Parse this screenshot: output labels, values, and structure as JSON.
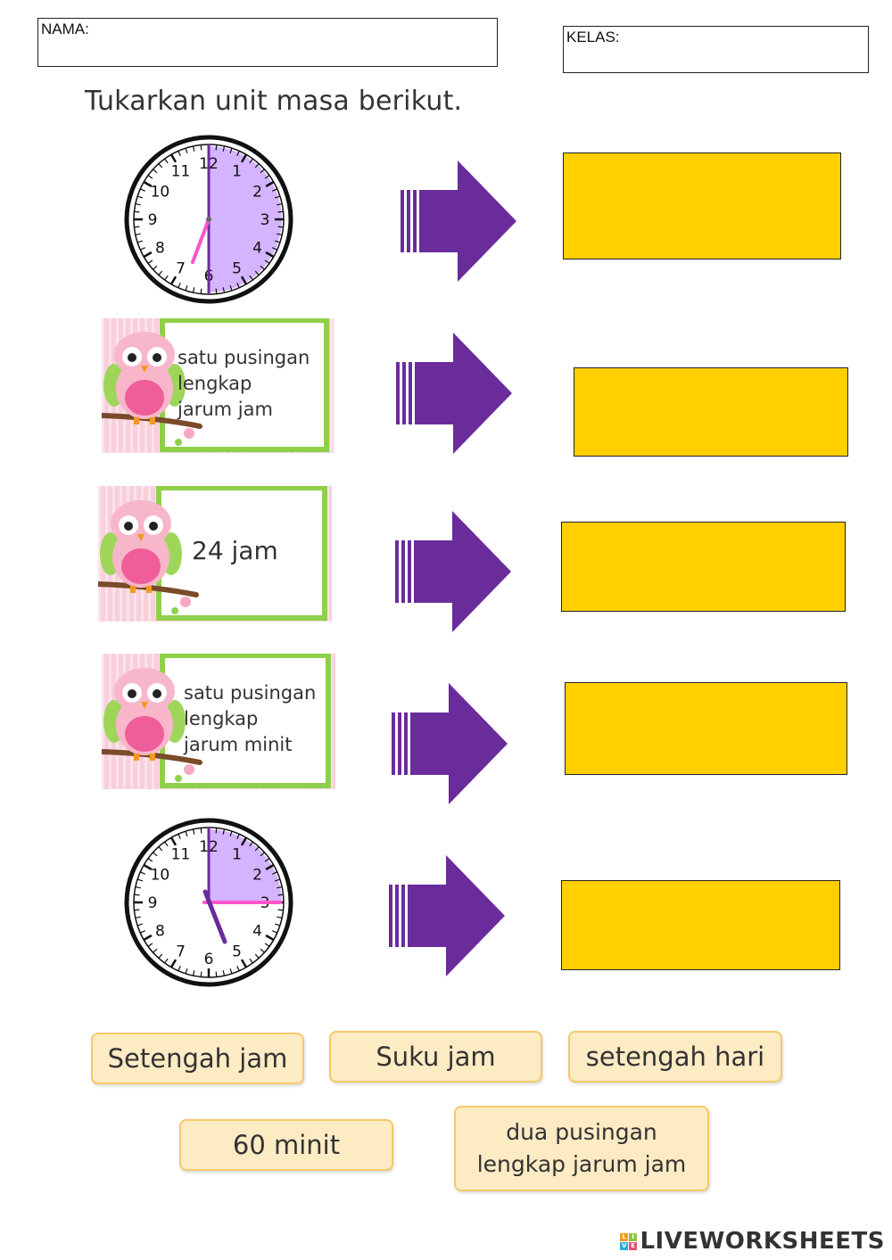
{
  "header": {
    "name_label": "NAMA:",
    "class_label": "KELAS:"
  },
  "instruction": "Tukarkan unit masa berikut.",
  "rows": [
    {
      "kind": "clock",
      "shaded": "half",
      "answer": ""
    },
    {
      "kind": "card",
      "lines": [
        "satu pusingan",
        "lengkap",
        "jarum jam"
      ],
      "answer": ""
    },
    {
      "kind": "card",
      "lines": [
        "24 jam"
      ],
      "answer": ""
    },
    {
      "kind": "card",
      "lines": [
        "satu pusingan",
        "lengkap",
        "jarum minit"
      ],
      "answer": ""
    },
    {
      "kind": "clock",
      "shaded": "quarter",
      "answer": ""
    }
  ],
  "clock_numbers": [
    "12",
    "1",
    "2",
    "3",
    "4",
    "5",
    "6",
    "7",
    "8",
    "9",
    "10",
    "11"
  ],
  "options": [
    {
      "lines": [
        "Setengah jam"
      ]
    },
    {
      "lines": [
        "Suku jam"
      ]
    },
    {
      "lines": [
        "setengah hari"
      ]
    },
    {
      "lines": [
        "60 minit"
      ]
    },
    {
      "lines": [
        "dua pusingan",
        "lengkap jarum jam"
      ]
    }
  ],
  "brand": {
    "text": "LIVEWORKSHEETS",
    "logo_letters": [
      "L",
      "I",
      "V",
      "E"
    ]
  },
  "colors": {
    "answer_box": "#ffcf00",
    "arrow": "#6a2c9b",
    "clock_shade": "#d4b3ff",
    "clock_hand_pink": "#ff55cc",
    "chip_fill": "#fdebc4",
    "chip_border": "#f5c96a",
    "card_green": "#8fd04a",
    "card_pink": "#f8cfdc"
  }
}
